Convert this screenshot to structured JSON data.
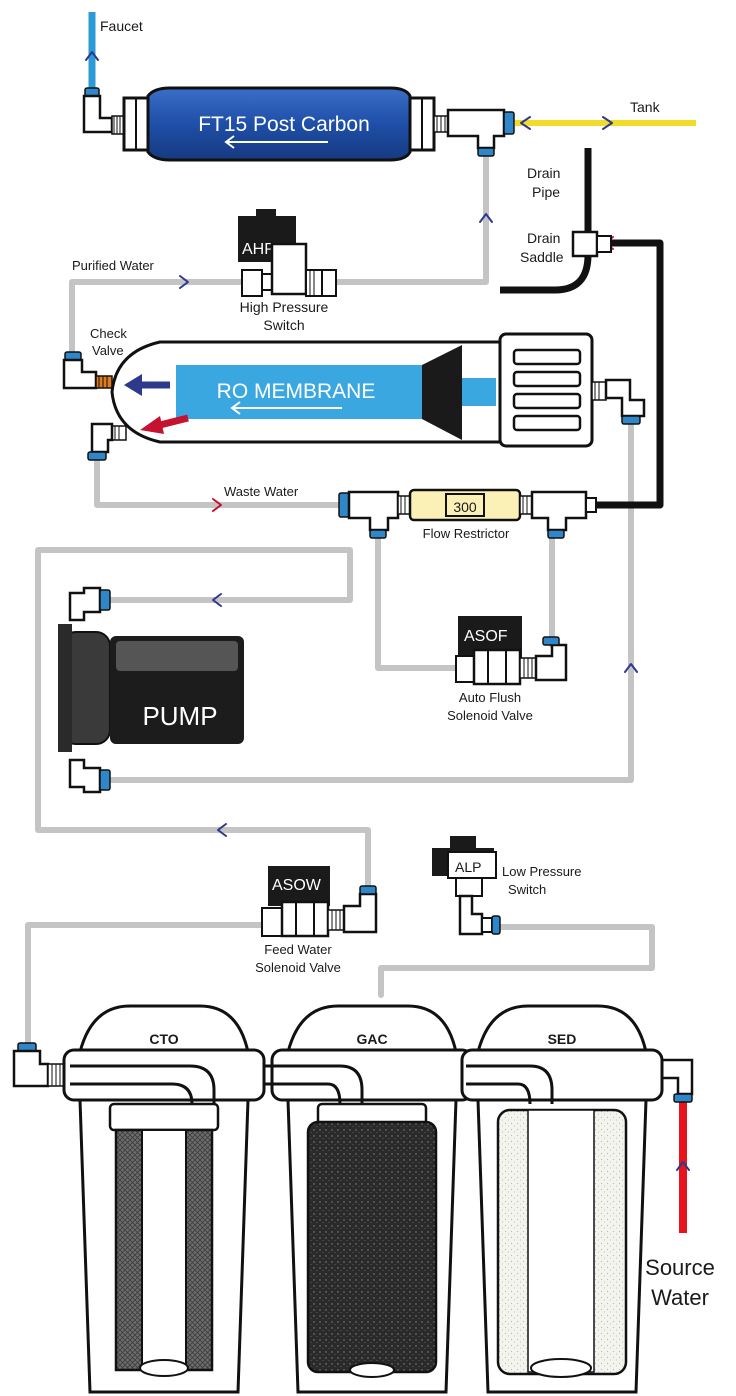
{
  "labels": {
    "faucet": "Faucet",
    "tank": "Tank",
    "post_carbon": "FT15 Post Carbon",
    "drain_pipe_1": "Drain",
    "drain_pipe_2": "Pipe",
    "drain_saddle_1": "Drain",
    "drain_saddle_2": "Saddle",
    "ahp": "AHP",
    "high_pressure_1": "High Pressure",
    "high_pressure_2": "Switch",
    "purified_water": "Purified Water",
    "check_valve_1": "Check",
    "check_valve_2": "Valve",
    "ro_membrane": "RO MEMBRANE",
    "waste_water": "Waste Water",
    "flow_restrictor_value": "300",
    "flow_restrictor": "Flow Restrictor",
    "asof": "ASOF",
    "auto_flush_1": "Auto Flush",
    "auto_flush_2": "Solenoid Valve",
    "pump": "PUMP",
    "alp": "ALP",
    "low_pressure_1": "Low Pressure",
    "low_pressure_2": "Switch",
    "asow": "ASOW",
    "feed_water_1": "Feed Water",
    "feed_water_2": "Solenoid Valve",
    "cto": "CTO",
    "gac": "GAC",
    "sed": "SED",
    "source_water_1": "Source",
    "source_water_2": "Water"
  },
  "colors": {
    "post_carbon": "#1f4fa8",
    "ro_membrane": "#3aa7e0",
    "tank_line": "#f2dc2a",
    "faucet_line": "#2c9ad6",
    "source_line": "#e8141c",
    "pipe": "#c4c4c4",
    "drain": "#111111",
    "flow_restrictor": "#fbf1b6"
  }
}
